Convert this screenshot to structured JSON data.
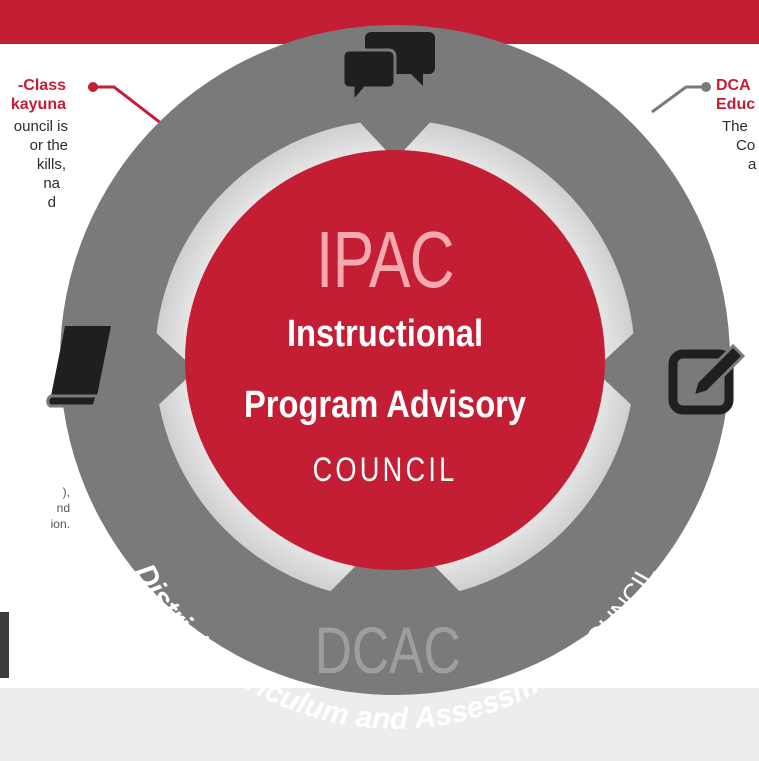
{
  "diagram": {
    "center": {
      "acronym": "IPAC",
      "title_line_1": "Instructional",
      "title_line_2": "Program Advisory",
      "subtitle": "COUNCIL"
    },
    "ring": {
      "acronym": "DCAC",
      "arc_bold": "District Curriculum and Assessment",
      "arc_light": "COUNCIL"
    },
    "left_callout": {
      "heading_1": "-Class",
      "heading_2": "kayuna",
      "body": [
        "ouncil is",
        "or the",
        "kills,",
        "na",
        "d"
      ],
      "footer": [
        "),",
        "nd",
        "ion."
      ]
    },
    "right_callout": {
      "heading_1": "DCA",
      "heading_2": "Educ",
      "body": [
        "The",
        "Co",
        "a"
      ]
    },
    "icons": [
      "chat-bubbles-icon",
      "book-icon",
      "edit-icon"
    ],
    "colors": {
      "brand_red": "#c41e34",
      "ring_gray": "#7a7a7a",
      "inner_light": "#e6e6e6",
      "icon_dark": "#1f1f1f"
    }
  }
}
